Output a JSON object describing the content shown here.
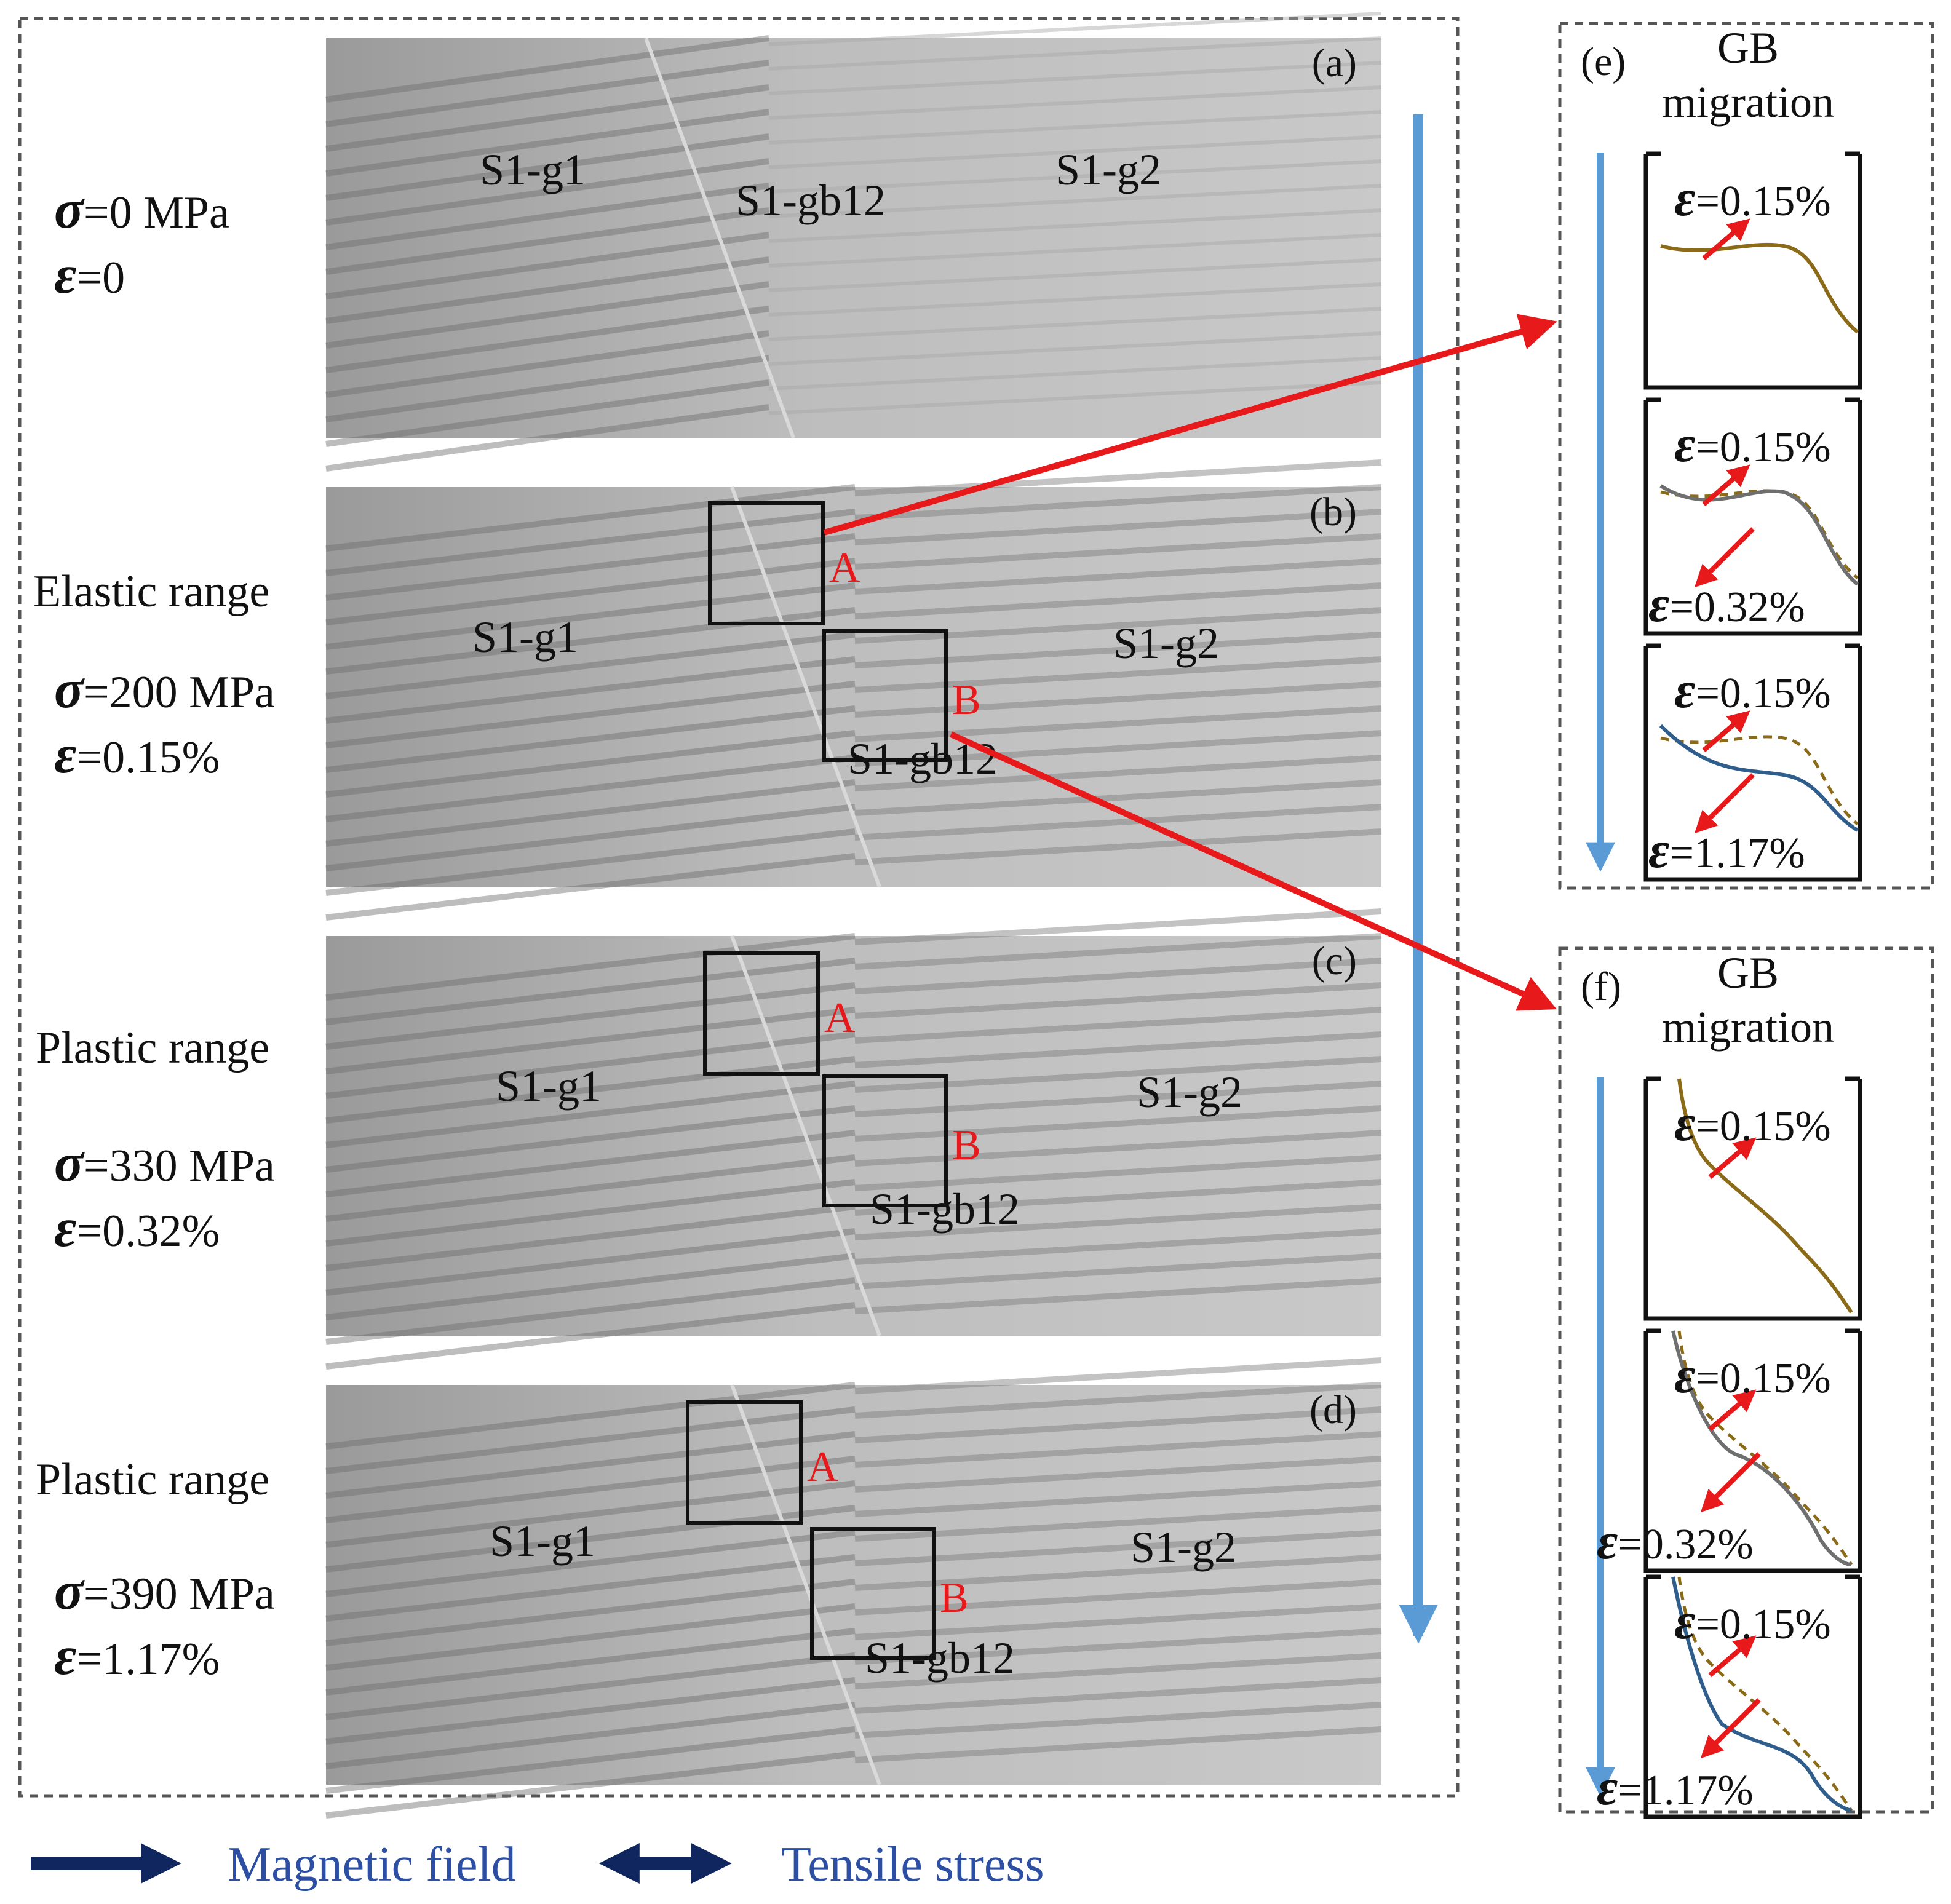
{
  "panels": [
    {
      "letter": "(a)",
      "state_label": "",
      "sigma": "=0 MPa",
      "epsilon": "=0",
      "g1": "S1-g1",
      "gb": "S1-gb12",
      "g2": "S1-g2",
      "has_boxes": false
    },
    {
      "letter": "(b)",
      "state_label": "Elastic range",
      "sigma": "=200 MPa",
      "epsilon": "=0.15%",
      "g1": "S1-g1",
      "gb": "S1-gb12",
      "g2": "S1-g2",
      "has_boxes": true
    },
    {
      "letter": "(c)",
      "state_label": "Plastic range",
      "sigma": "=330 MPa",
      "epsilon": "=0.32%",
      "g1": "S1-g1",
      "gb": "S1-gb12",
      "g2": "S1-g2",
      "has_boxes": true
    },
    {
      "letter": "(d)",
      "state_label": "Plastic range",
      "sigma": "=390 MPa",
      "epsilon": "=1.17%",
      "g1": "S1-g1",
      "gb": "S1-gb12",
      "g2": "S1-g2",
      "has_boxes": true
    }
  ],
  "box_labels": {
    "a": "A",
    "b": "B"
  },
  "symbols": {
    "sigma": "σ",
    "epsilon": "ε"
  },
  "side_panels": [
    {
      "letter": "(e)",
      "title_line1": "GB",
      "title_line2": "migration",
      "insets": [
        {
          "eps_top": "=0.15%",
          "eps_bottom": ""
        },
        {
          "eps_top": "=0.15%",
          "eps_bottom": "=0.32%"
        },
        {
          "eps_top": "=0.15%",
          "eps_bottom": "=1.17%"
        }
      ]
    },
    {
      "letter": "(f)",
      "title_line1": "GB",
      "title_line2": "migration",
      "insets": [
        {
          "eps_top": "=0.15%",
          "eps_bottom": ""
        },
        {
          "eps_top": "=0.15%",
          "eps_bottom": "=0.32%"
        },
        {
          "eps_top": "=0.15%",
          "eps_bottom": "=1.17%"
        }
      ]
    }
  ],
  "legend": {
    "magnetic_field": "Magnetic field",
    "tensile_stress": "Tensile stress"
  },
  "colors": {
    "time_arrow": "#5b9bd5",
    "link_arrow": "#e8191b",
    "legend_arrow": "#10265e",
    "gb_initial": "#8b6a18",
    "gb_dashed": "#8b6a18",
    "gb_mid": "#6f6f6f",
    "gb_final": "#2f5d8c",
    "box_label": "#e8191b"
  }
}
